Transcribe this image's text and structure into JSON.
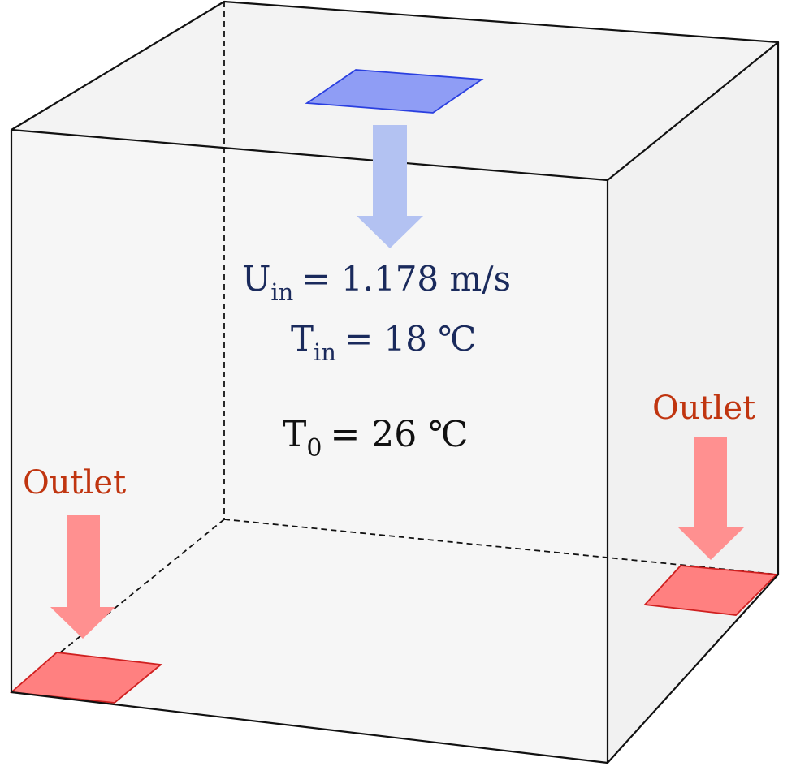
{
  "inlet": {
    "velocity_symbol": "U",
    "velocity_subscript": "in",
    "velocity_value": "= 1.178 m/s",
    "temp_symbol": "T",
    "temp_subscript": "in",
    "temp_value": "= 18 ℃"
  },
  "initial": {
    "symbol": "T",
    "subscript": "0",
    "value": "= 26 ℃"
  },
  "outlets": {
    "left_label": "Outlet",
    "right_label": "Outlet"
  },
  "colors": {
    "inlet_fill": "#8f9df5",
    "inlet_stroke": "#2a3fe0",
    "inlet_arrow": "#b3c2f2",
    "inlet_text": "#1a2a5c",
    "outlet_fill": "#ff8080",
    "outlet_stroke": "#d02020",
    "outlet_arrow": "#ff9090",
    "outlet_text": "#c03510",
    "edge": "#111111",
    "face": "#f6f6f6",
    "text": "#111111"
  }
}
